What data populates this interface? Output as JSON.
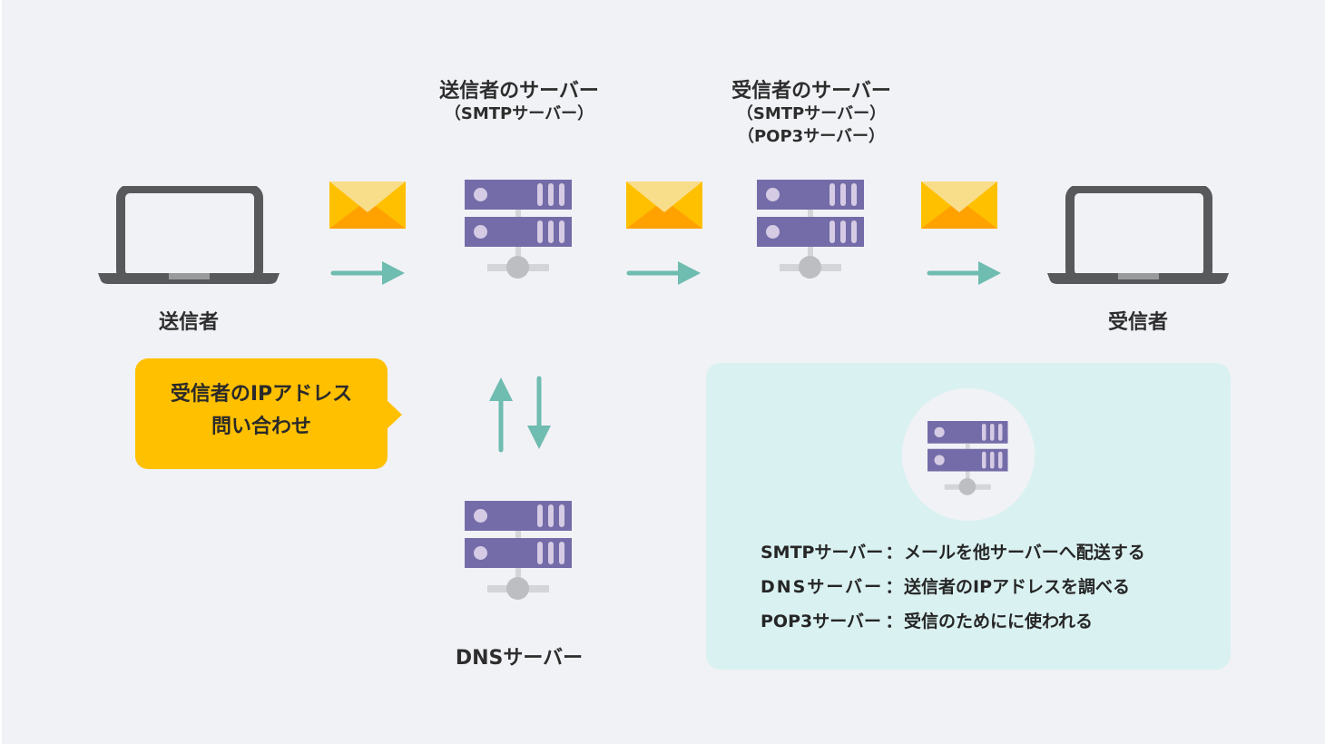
{
  "diagram": {
    "title": "SMTP/DNS/POP3 mail delivery flow",
    "nodes": {
      "sender": {
        "label": "送信者",
        "icon": "laptop-icon"
      },
      "sender_server": {
        "title": "送信者のサーバー",
        "subtitles": [
          "（SMTPサーバー）"
        ],
        "icon": "server-icon"
      },
      "receiver_server": {
        "title": "受信者のサーバー",
        "subtitles": [
          "（SMTPサーバー）",
          "（POP3サーバー）"
        ],
        "icon": "server-icon"
      },
      "receiver": {
        "label": "受信者",
        "icon": "laptop-icon"
      },
      "dns_server": {
        "label": "DNSサーバー",
        "icon": "server-icon"
      }
    },
    "edges": [
      {
        "from": "sender",
        "to": "sender_server",
        "carries": "envelope-icon",
        "direction": "right"
      },
      {
        "from": "sender_server",
        "to": "receiver_server",
        "carries": "envelope-icon",
        "direction": "right"
      },
      {
        "from": "receiver_server",
        "to": "receiver",
        "carries": "envelope-icon",
        "direction": "right"
      },
      {
        "from": "dns_server",
        "to": "sender_server",
        "direction": "up"
      },
      {
        "from": "sender_server",
        "to": "dns_server",
        "direction": "down"
      }
    ],
    "callout": {
      "lines": [
        "受信者のIPアドレス",
        "問い合わせ"
      ]
    },
    "legend": {
      "icon": "server-icon",
      "items": [
        {
          "term": "SMTPサーバー",
          "separator": "：",
          "description": "メールを他サーバーへ配送する"
        },
        {
          "term": "DNSサーバー",
          "separator": "：",
          "description": "送信者のIPアドレスを調べる"
        },
        {
          "term": "POP3サーバー",
          "separator": "：",
          "description": "受信のためにに使われる"
        }
      ]
    },
    "colors": {
      "background": "#f1f2f6",
      "server": "#746ca8",
      "server_detail": "#d5cbe4",
      "laptop": "#58595b",
      "envelope_body": "#ffc000",
      "envelope_flap": "#f8dd8a",
      "envelope_bottom": "#ffa200",
      "arrow": "#6fbcb0",
      "callout": "#ffc000",
      "panel": "#daf1f1"
    }
  }
}
